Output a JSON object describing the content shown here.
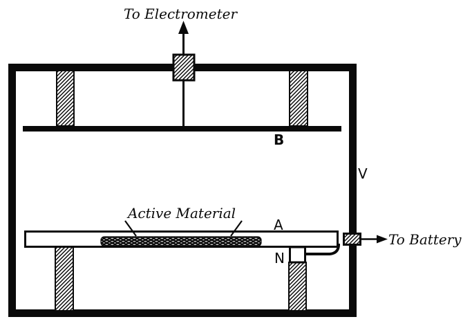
{
  "figure": {
    "type": "apparatus-diagram",
    "description_visible_text_only": true,
    "colors": {
      "ink": "#0a0a0a",
      "background": "#ffffff"
    },
    "annotations": {
      "to_electrometer": "To Electrometer",
      "to_battery": "To Battery",
      "active_material": "Active Material"
    },
    "part_labels": {
      "upper_plate": "B",
      "vessel": "V",
      "lower_plate": "A",
      "support": "N"
    }
  }
}
